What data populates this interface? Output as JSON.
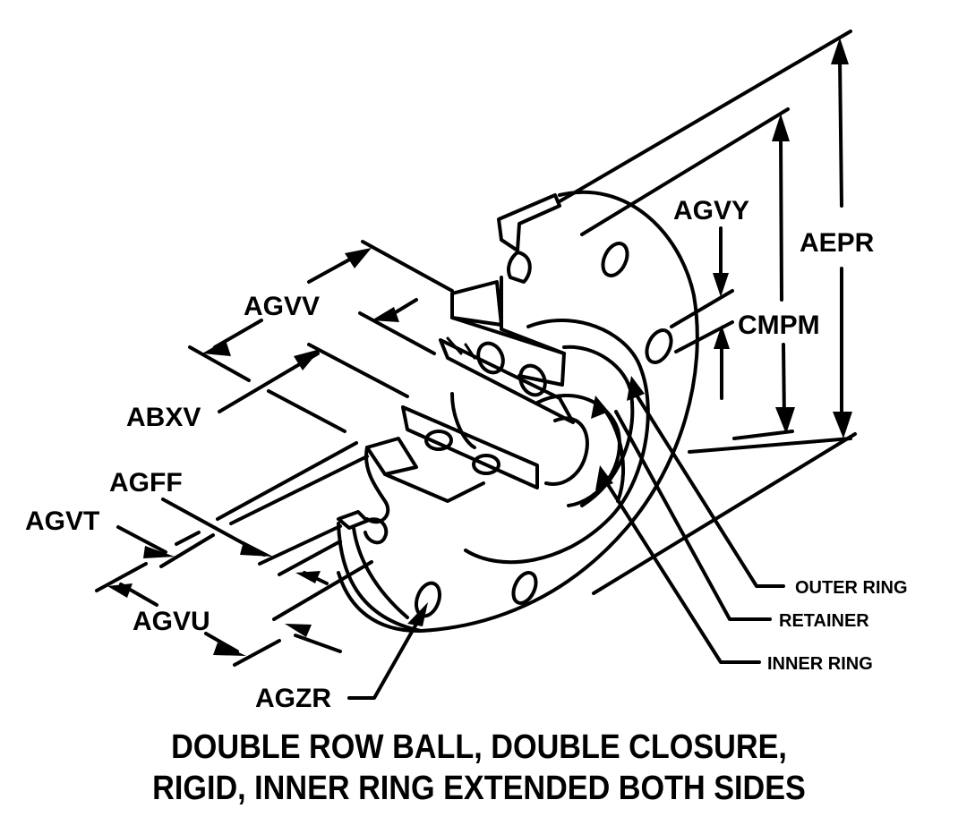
{
  "figure": {
    "type": "technical line drawing",
    "subject": "ball bearing isometric cutaway",
    "line_color": "#000000",
    "background_color": "#ffffff"
  },
  "dimension_labels": {
    "aepr": "AEPR",
    "agvy": "AGVY",
    "cmpm": "CMPM",
    "agvv": "AGVV",
    "abxv": "ABXV",
    "agff": "AGFF",
    "agvt": "AGVT",
    "agvu": "AGVU",
    "agzr": "AGZR"
  },
  "part_labels": {
    "outer_ring": "OUTER RING",
    "retainer": "RETAINER",
    "inner_ring": "INNER RING"
  },
  "caption": {
    "line1": "DOUBLE ROW BALL, DOUBLE CLOSURE,",
    "line2": "RIGID, INNER RING EXTENDED BOTH SIDES"
  }
}
